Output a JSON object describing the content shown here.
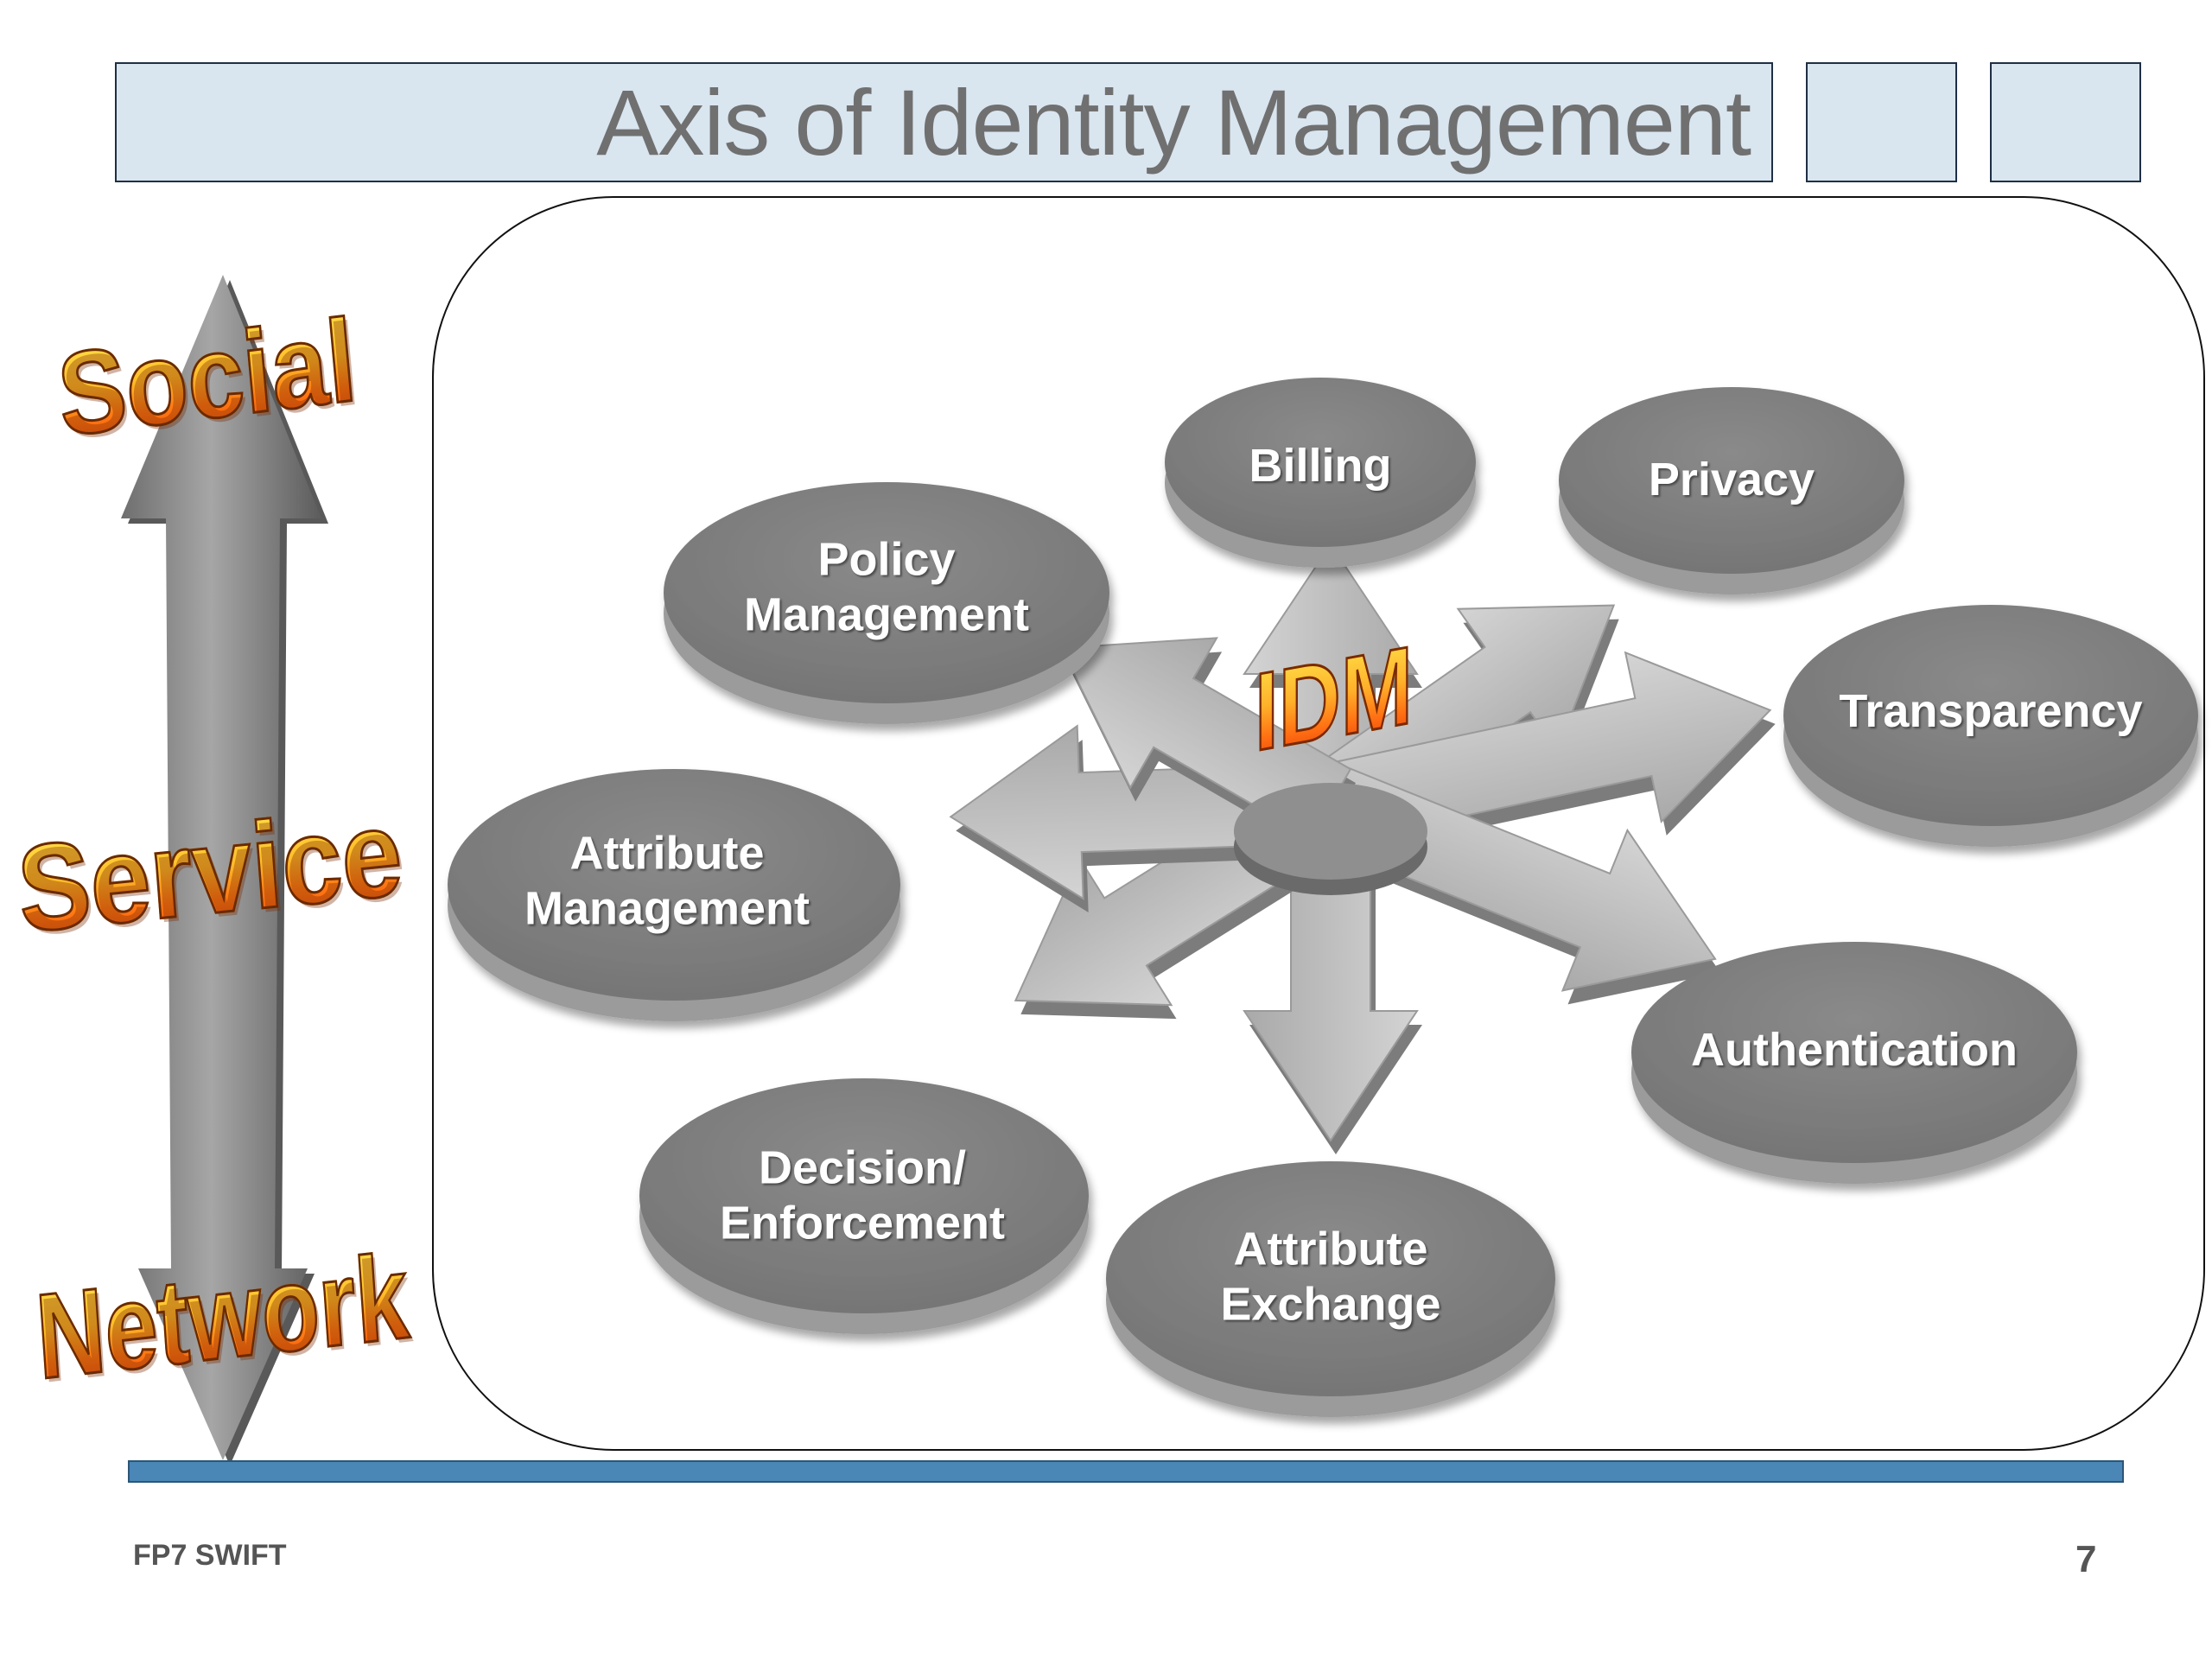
{
  "slide": {
    "title": "Axis of Identity Management",
    "footer": "FP7 SWIFT",
    "page_number": "7"
  },
  "axis": {
    "top_label": "Social",
    "middle_label": "Service",
    "bottom_label": "Network"
  },
  "diagram": {
    "center_label": "IDM",
    "components": [
      {
        "line1": "Billing",
        "line2": ""
      },
      {
        "line1": "Privacy",
        "line2": ""
      },
      {
        "line1": "Policy",
        "line2": "Management"
      },
      {
        "line1": "Transparency",
        "line2": ""
      },
      {
        "line1": "Attribute",
        "line2": "Management"
      },
      {
        "line1": "Authentication",
        "line2": ""
      },
      {
        "line1": "Decision/",
        "line2": "Enforcement"
      },
      {
        "line1": "Attribute",
        "line2": "Exchange"
      }
    ]
  },
  "colors": {
    "title_fill": "#d9e5ef",
    "oval_fill": "#808080",
    "arrow_fill": "#bcbcbc",
    "rule_fill": "#4a86b6",
    "gold_top": "#ffe24a",
    "gold_bottom": "#f04a0a"
  }
}
